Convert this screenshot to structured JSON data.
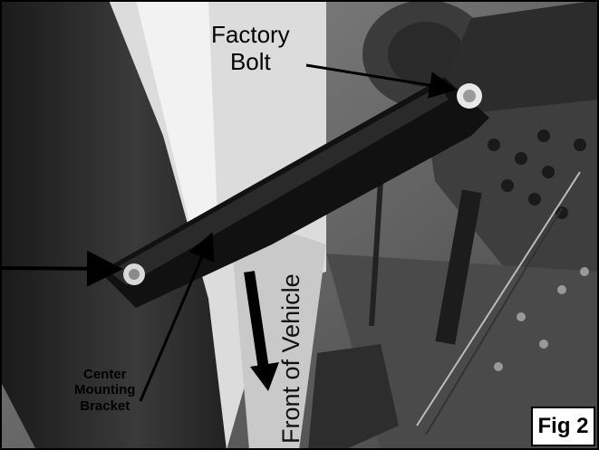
{
  "figure": {
    "factory_bolt_label": [
      "Factory",
      "Bolt"
    ],
    "center_bracket_label": [
      "Center",
      "Mounting",
      "Bracket"
    ],
    "direction_label": "Front of Vehicle",
    "fig_label": "Fig 2"
  },
  "colors": {
    "label": "#000000",
    "background": "#ffffff"
  }
}
